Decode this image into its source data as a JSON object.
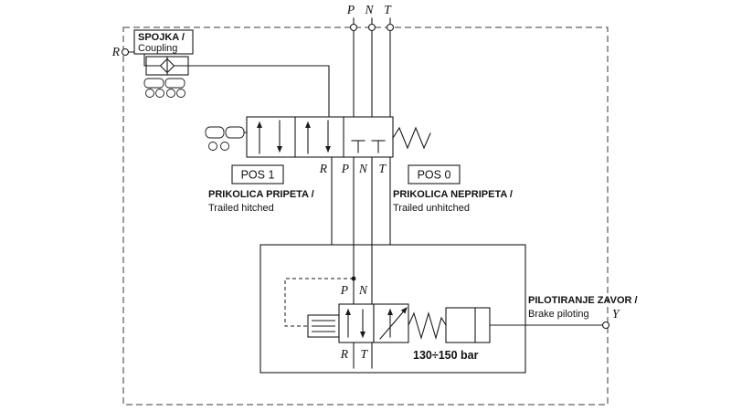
{
  "diagram": {
    "top_ports": {
      "p": "P",
      "n": "N",
      "t": "T"
    },
    "left_port": {
      "r": "R"
    },
    "right_port": {
      "y": "Y"
    },
    "coupling": {
      "name_sl": "SPOJKA /",
      "name_en": "Coupling"
    },
    "main_valve_ports": {
      "r": "R",
      "p": "P",
      "n": "N",
      "t": "T"
    },
    "pos1": {
      "label": "POS 1",
      "desc_sl": "PRIKOLICA PRIPETA /",
      "desc_en": "Trailed hitched"
    },
    "pos0": {
      "label": "POS 0",
      "desc_sl": "PRIKOLICA NEPRIPETA /",
      "desc_en": "Trailed unhitched"
    },
    "pilot_valve_ports": {
      "p": "P",
      "n": "N",
      "r": "R",
      "t": "T"
    },
    "pressure_setting": "130÷150 bar",
    "brake": {
      "label_sl": "PILOTIRANJE ZAVOR /",
      "label_en": "Brake piloting"
    }
  }
}
